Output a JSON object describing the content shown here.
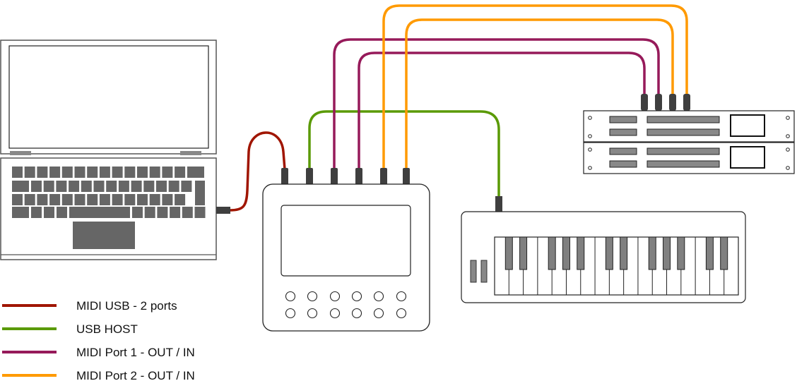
{
  "legend": [
    {
      "label": "MIDI USB - 2 ports",
      "color": "#a01500"
    },
    {
      "label": "USB HOST",
      "color": "#5a9a05"
    },
    {
      "label": "MIDI Port 1 - OUT / IN",
      "color": "#961a5a"
    },
    {
      "label": "MIDI Port 2 - OUT / IN",
      "color": "#ff9a00"
    }
  ],
  "devices": [
    "laptop-icon",
    "midi-controller-icon",
    "keyboard-icon",
    "rack-synth-icon"
  ],
  "colors": {
    "plug": "#3f3f3f",
    "key_gray": "#666666",
    "panel_gray": "#888888"
  }
}
